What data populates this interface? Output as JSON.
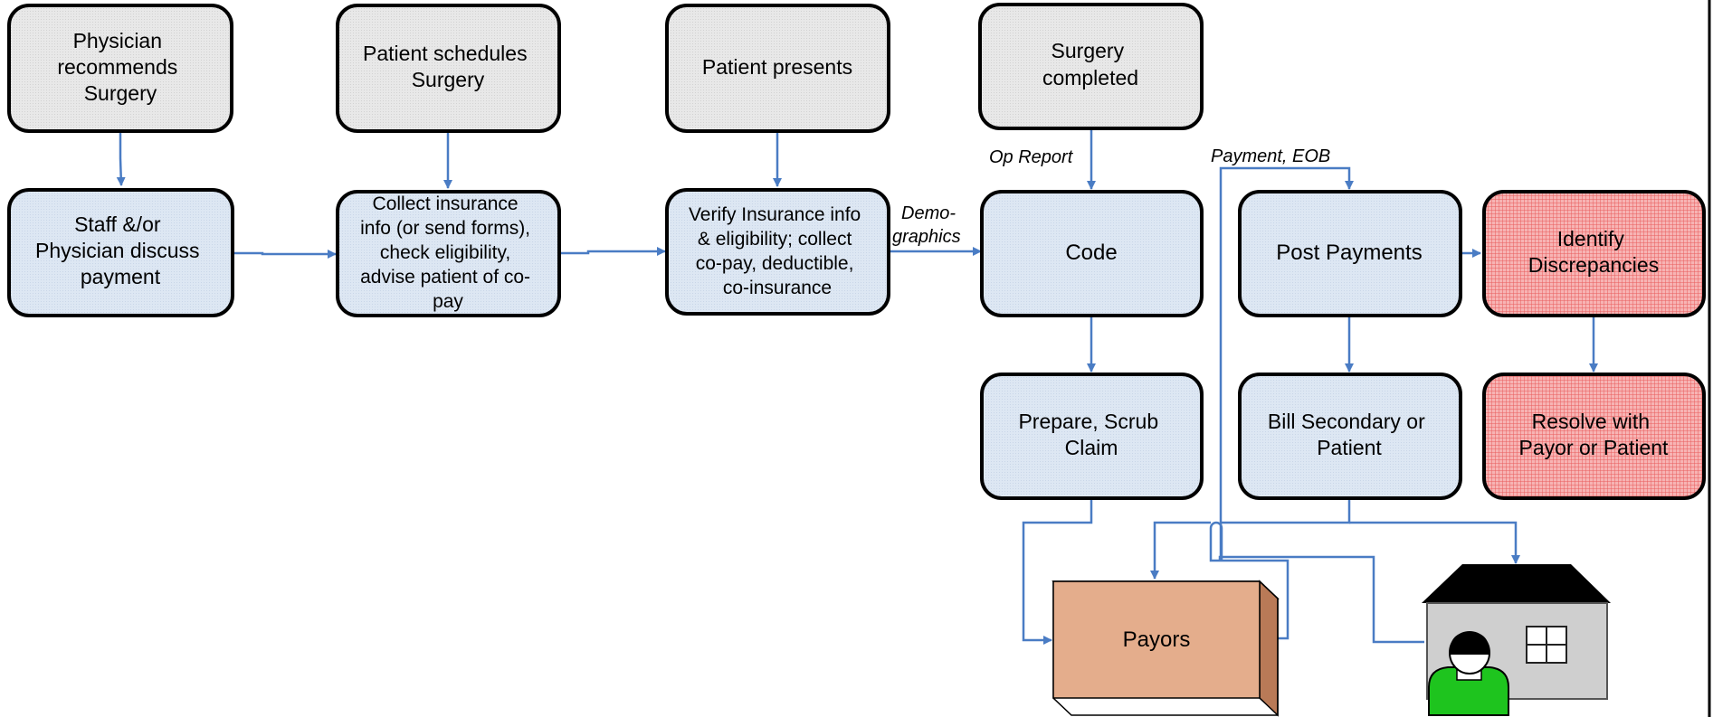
{
  "colors": {
    "gray_box": "#e6e6e6",
    "blue_box": "#dce6f2",
    "red_box": "#f5a3a3",
    "payor_box": "#e4ad8c",
    "arrow": "#4a7cc4",
    "house_body": "#d0d0d0",
    "person": "#1ec41e"
  },
  "boxes": {
    "physician_recommends": [
      "Physician",
      "recommends",
      "Surgery"
    ],
    "patient_schedules": [
      "Patient schedules",
      "Surgery"
    ],
    "patient_presents": [
      "Patient presents"
    ],
    "surgery_completed": [
      "Surgery",
      "completed"
    ],
    "staff_discuss": [
      "Staff &/or",
      "Physician discuss",
      "payment"
    ],
    "collect_insurance": [
      "Collect insurance",
      "info (or send forms),",
      "check eligibility,",
      "advise patient of co-",
      "pay"
    ],
    "verify_insurance": [
      "Verify Insurance info",
      "& eligibility; collect",
      "co-pay, deductible,",
      "co-insurance"
    ],
    "code": [
      "Code"
    ],
    "post_payments": [
      "Post Payments"
    ],
    "identify_discrepancies": [
      "Identify",
      "Discrepancies"
    ],
    "prepare_claim": [
      "Prepare, Scrub",
      "Claim"
    ],
    "bill_secondary": [
      "Bill Secondary or",
      "Patient"
    ],
    "resolve": [
      "Resolve with",
      "Payor or Patient"
    ],
    "payors": [
      "Payors"
    ]
  },
  "labels": {
    "demographics": [
      "Demo-",
      "graphics"
    ],
    "op_report": "Op Report",
    "payment_eob": "Payment, EOB"
  },
  "icons": {
    "patient_home": "house-with-person-icon"
  }
}
